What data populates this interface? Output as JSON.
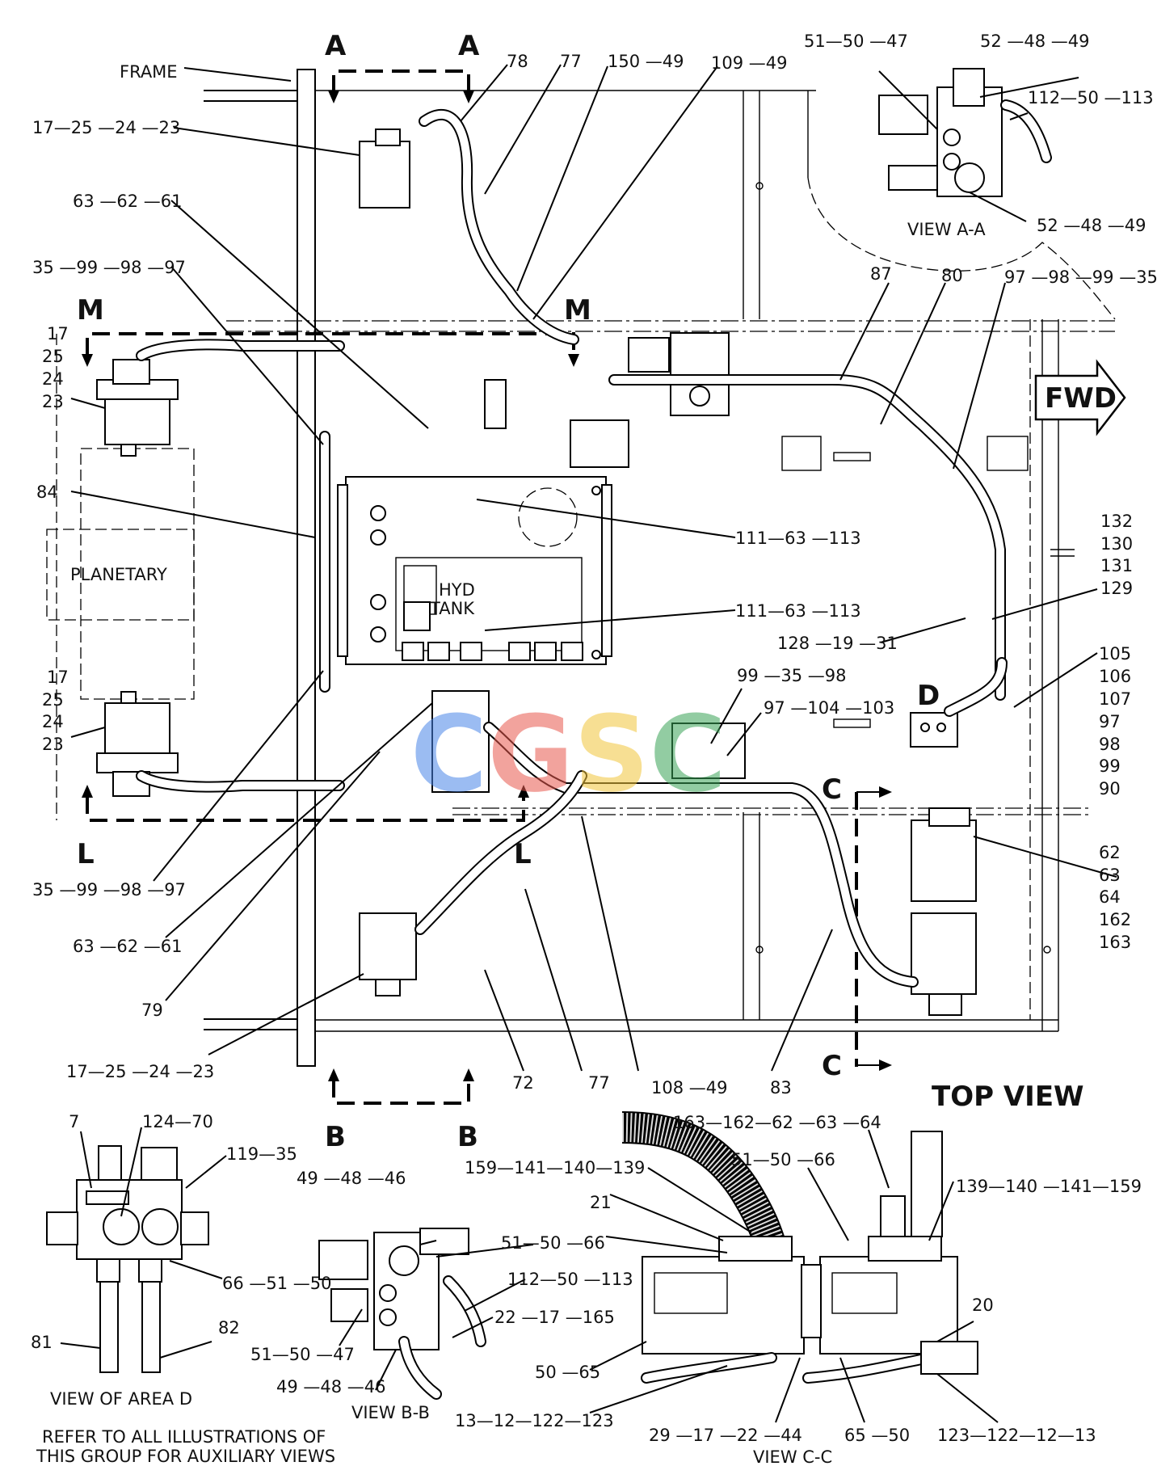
{
  "drawing": {
    "view_title": "TOP VIEW",
    "fwd_label": "FWD",
    "frame_label": "FRAME",
    "planetary_label": "PLANETARY",
    "tank_label_1": "HYD",
    "tank_label_2": "TANK",
    "note_line_1": "REFER TO ALL ILLUSTRATIONS OF",
    "note_line_2": "THIS GROUP FOR AUXILIARY VIEWS",
    "watermark": "CGSC"
  },
  "section_letters": {
    "a_left": "A",
    "a_right": "A",
    "m_left": "M",
    "m_right": "M",
    "l_left": "L",
    "l_right": "L",
    "b_left": "B",
    "b_right": "B",
    "c_top": "C",
    "c_bottom": "C",
    "d": "D"
  },
  "view_titles": {
    "view_aa": "VIEW  A-A",
    "view_bb": "VIEW  B-B",
    "view_cc": "VIEW  C-C",
    "view_area_d": "VIEW  OF  AREA  D"
  },
  "callouts": {
    "c_78": "78",
    "c_77_top": "77",
    "c_150_49": "150 —49",
    "c_109_49": "109 —49",
    "c_17_25_24_23_top": "17—25 —24 —23",
    "c_63_62_61_top": "63 —62 —61",
    "c_35_99_98_97_top": "35 —99 —98 —97",
    "c_17_l1": "17",
    "c_25_l1": "25",
    "c_24_l1": "24",
    "c_23_l1": "23",
    "c_84": "84",
    "c_17_l2": "17",
    "c_25_l2": "25",
    "c_24_l2": "24",
    "c_23_l2": "23",
    "c_35_99_98_97_bot": "35 —99 —98 —97",
    "c_63_62_61_bot": "63 —62 —61",
    "c_79": "79",
    "c_17_25_24_23_bot": "17—25 —24 —23",
    "c_72": "72",
    "c_77_bot": "77",
    "c_108_49": "108 —49",
    "c_83": "83",
    "c_87": "87",
    "c_80": "80",
    "c_97_98_99_35": "97 —98 —99 —35",
    "c_111_63_113_a": "111—63 —113",
    "c_111_63_113_b": "111—63 —113",
    "c_132": "132",
    "c_130": "130",
    "c_131": "131",
    "c_129": "129",
    "c_128_19_31": "128 —19 —31",
    "c_99_35_98": "99 —35 —98",
    "c_97_104_103": "97 —104 —103",
    "c_105": "105",
    "c_106": "106",
    "c_107": "107",
    "c_97": "97",
    "c_98": "98",
    "c_99": "99",
    "c_90": "90",
    "c_62": "62",
    "c_63": "63",
    "c_64": "64",
    "c_162": "162",
    "c_163": "163",
    "c_51_50_47_aa": "51—50 —47",
    "c_52_48_49_a": "52 —48 —49",
    "c_112_50_113_aa": "112—50 —113",
    "c_52_48_49_b": "52 —48 —49",
    "c_7": "7",
    "c_124_70": "124—70",
    "c_119_35": "119—35",
    "c_66_51_50": "66 —51 —50",
    "c_81": "81",
    "c_82": "82",
    "c_49_48_46_a": "49 —48 —46",
    "c_51_50_66_bb": "51—50 —66",
    "c_112_50_113_bb": "112—50 —113",
    "c_22_17_165": "22 —17 —165",
    "c_51_50_47_bb": "51—50 —47",
    "c_49_48_46_b": "49 —48 —46",
    "c_163_162_62_63_64": "163—162—62 —63 —64",
    "c_159_141_140_139": "159—141—140—139",
    "c_21": "21",
    "c_51_50_66_cc": "51—50 —66",
    "c_139_140_141_159": "139—140 —141—159",
    "c_20": "20",
    "c_50_65": "50 —65",
    "c_13_12_122_123": "13—12—122—123",
    "c_29_17_22_44": "29 —17 —22 —44",
    "c_65_50": "65 —50",
    "c_123_122_12_13": "123—122—12—13"
  }
}
